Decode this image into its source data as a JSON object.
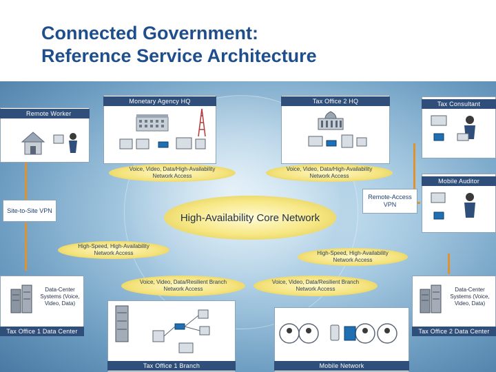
{
  "title": {
    "line1": "Connected Government:",
    "line2": "Reference Service Architecture"
  },
  "labels": {
    "monetary_agency_hq": "Monetary Agency HQ",
    "tax_office_2_hq": "Tax Office 2 HQ",
    "tax_consultant": "Tax Consultant",
    "remote_worker": "Remote Worker",
    "mobile_auditor": "Mobile Auditor",
    "site_to_site_vpn": "Site-to-Site VPN",
    "remote_access_vpn": "Remote-Access VPN",
    "core_network": "High-Availability Core Network",
    "voice_ha_left": "Voice, Video, Data/High-Availability Network Access",
    "voice_ha_right": "Voice, Video, Data/High-Availability Network Access",
    "hs_ha_left": "High-Speed, High-Availability Network Access",
    "hs_ha_right": "High-Speed, High-Availability Network Access",
    "resilient_left": "Voice, Video, Data/Resilient Branch Network Access",
    "resilient_right": "Voice, Video, Data/Resilient Branch Network Access",
    "dc_systems_left": "Data-Center Systems (Voice, Video, Data)",
    "dc_systems_right": "Data-Center Systems (Voice, Video, Data)",
    "tax_office_1_dc": "Tax Office 1 Data Center",
    "tax_office_2_dc": "Tax Office 2 Data Center",
    "tax_office_1_branch": "Tax Office 1 Branch",
    "mobile_network": "Mobile Network"
  },
  "colors": {
    "title": "#1f4e8c",
    "tab": "#2f4f7a",
    "oval": "#f4e27a",
    "link": "#e0922e"
  }
}
